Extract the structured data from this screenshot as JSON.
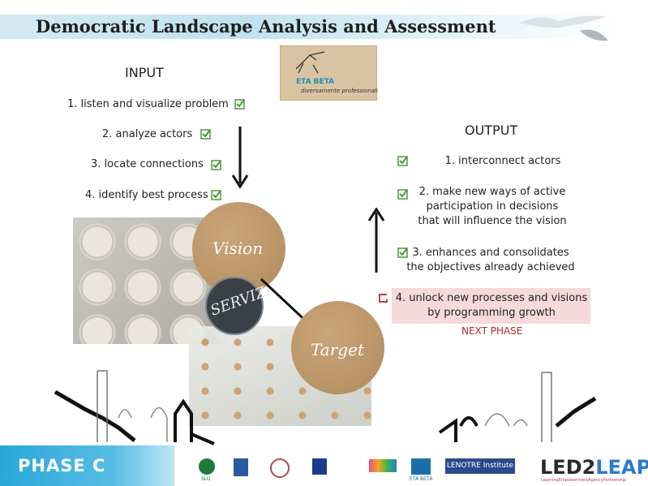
{
  "title": "Democratic Landscape Analysis and Assessment",
  "logo": {
    "name": "ETA BETA",
    "subtitle": "diversamente professionali"
  },
  "input": {
    "heading": "INPUT",
    "steps": [
      "1. listen and visualize problem",
      "2. analyze actors",
      "3. locate connections",
      "4. identify best process"
    ]
  },
  "diagram": {
    "vision": "Vision",
    "target": "Target",
    "stamp": "SERVIZI"
  },
  "output": {
    "heading": "OUTPUT",
    "items": [
      [
        "1. interconnect actors"
      ],
      [
        "2. make new ways of active",
        "participation in decisions",
        "that will influence the vision"
      ],
      [
        "3. enhances and consolidates",
        "the objectives already achieved"
      ],
      [
        "4. unlock new processes and visions",
        "by programming growth"
      ]
    ],
    "next_phase": "NEXT PHASE"
  },
  "footer": {
    "phase": "PHASE C",
    "partners": [
      "SLU",
      "ETA BETA"
    ],
    "lenotre": "LENOTRE Institute",
    "led2": "LED2",
    "leap": "LEAP",
    "leap_sub": "LearningEmpowermentAgencyPartnership"
  },
  "colors": {
    "check": "#4a9a3a",
    "accent_red": "#b6262e",
    "band_blue": "#2aa6d9"
  },
  "icons": [
    "check-icon",
    "empty-check-icon",
    "arrow-down-icon",
    "arrow-up-icon",
    "arrow-diagonal-icon"
  ]
}
